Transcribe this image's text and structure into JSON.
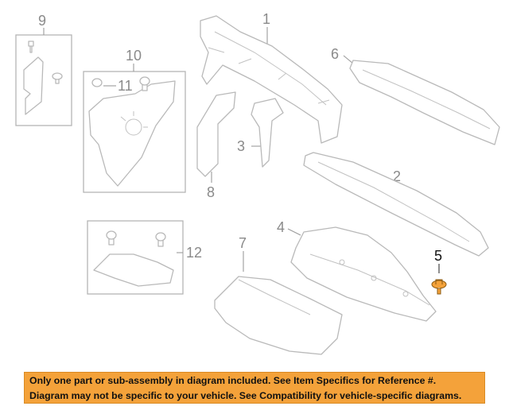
{
  "callouts": {
    "c1": "1",
    "c2": "2",
    "c3": "3",
    "c4": "4",
    "c5": "5",
    "c6": "6",
    "c7": "7",
    "c8": "8",
    "c9": "9",
    "c10": "10",
    "c11": "11",
    "c12": "12"
  },
  "highlight": {
    "part_number": "5",
    "color": "#f4a23a"
  },
  "banner": {
    "line1": "Only one part or sub-assembly in diagram included. See Item Specifics for Reference #.",
    "line2": "Diagram may not be specific to your vehicle. See Compatibility for vehicle-specific diagrams.",
    "background": "#f4a23a"
  }
}
